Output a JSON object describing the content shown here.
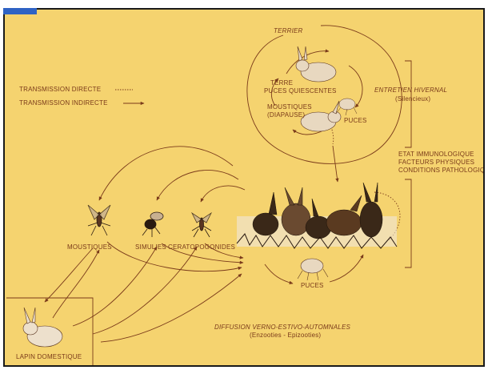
{
  "colors": {
    "background": "#f5d36f",
    "ink": "#7a3a1a",
    "corner_tab": "#2f63c4"
  },
  "legend": {
    "direct": "TRANSMISSION DIRECTE",
    "indirect": "TRANSMISSION INDIRECTE"
  },
  "burrow": {
    "title": "TERRIER",
    "center_line1": "TERRE",
    "center_line2": "PUCES QUIESCENTES",
    "mosquito_line1": "MOUSTIQUES",
    "mosquito_line2": "(DIAPAUSE)",
    "fleas": "PUCES"
  },
  "winter": {
    "title": "ENTRETIEN HIVERNAL",
    "subtitle": "(Silencieux)"
  },
  "factors": [
    "ETAT IMMUNOLOGIQUE",
    "FACTEURS PHYSIQUES",
    "CONDITIONS PATHOLOGIQUES"
  ],
  "vectors": {
    "mosquitoes": "MOUSTIQUES",
    "blackflies": "SIMULIES",
    "midges": "CERATOPOGONIDES",
    "fleas": "PUCES"
  },
  "domestic": "LAPIN DOMESTIQUE",
  "diffusion": {
    "title": "DIFFUSION VERNO-ESTIVO-AUTOMNALES",
    "subtitle": "(Enzooties - Epizooties)"
  },
  "icons": [
    "rabbit-icon",
    "flea-icon",
    "mosquito-icon",
    "blackfly-icon",
    "midge-icon",
    "wild-rabbits-group-icon"
  ]
}
